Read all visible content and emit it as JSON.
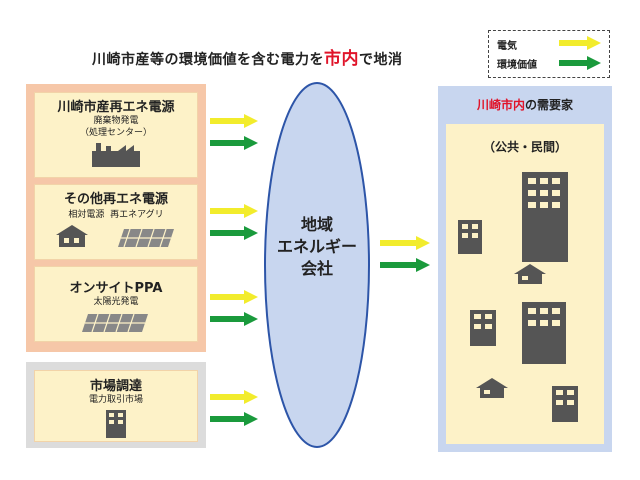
{
  "title": {
    "prefix": "川崎市産等の環境価値を含む電力を",
    "highlight": "市内",
    "suffix": "で地消"
  },
  "legend": {
    "electricity": "電気",
    "environmental_value": "環境価値"
  },
  "colors": {
    "electricity_arrow": "#f2ec2c",
    "value_arrow": "#1a9a3c",
    "accent_red": "#e0142a",
    "source_panel": "#f6c7a8",
    "source_box": "#fdf2c8",
    "market_panel": "#dcdcdc",
    "consumer_panel": "#c8d6ef",
    "hub_fill": "#c8d6ef",
    "hub_stroke": "#2d55a8"
  },
  "sources": [
    {
      "heading": "川崎市産再エネ電源",
      "sub1": "廃棄物発電",
      "sub2": "（処理センター）"
    },
    {
      "heading": "その他再エネ電源",
      "sub1": "相対電源",
      "sub2": "再エネアグリ"
    },
    {
      "heading": "オンサイトPPA",
      "sub1": "太陽光発電",
      "sub2": ""
    }
  ],
  "market": {
    "heading": "市場調達",
    "sub": "電力取引市場"
  },
  "hub": {
    "line1": "地域",
    "line2": "エネルギー",
    "line3": "会社"
  },
  "consumers": {
    "title_highlight": "川崎市内",
    "title_rest": "の需要家",
    "subtitle": "（公共・民間）"
  }
}
